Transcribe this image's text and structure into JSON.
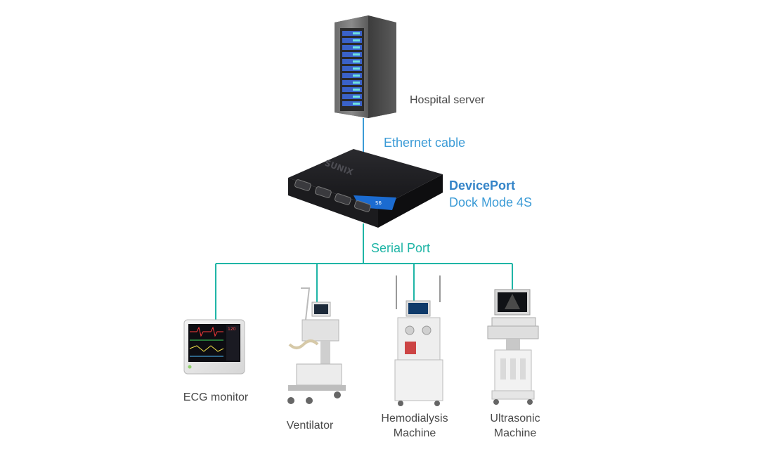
{
  "nodes": {
    "server": {
      "label": "Hospital server"
    },
    "dock": {
      "name": "DevicePort",
      "model": "Dock Mode 4S",
      "badge": "S6"
    },
    "ecg": {
      "label": "ECG monitor",
      "screen_value": "120"
    },
    "ventilator": {
      "label": "Ventilator"
    },
    "hemodialysis": {
      "line1": "Hemodialysis",
      "line2": "Machine"
    },
    "ultrasonic": {
      "line1": "Ultrasonic",
      "line2": "Machine"
    }
  },
  "edges": {
    "ethernet": {
      "label": "Ethernet cable",
      "color": "#3b9bd6"
    },
    "serial": {
      "label": "Serial Port",
      "color": "#1fb5a6"
    }
  }
}
